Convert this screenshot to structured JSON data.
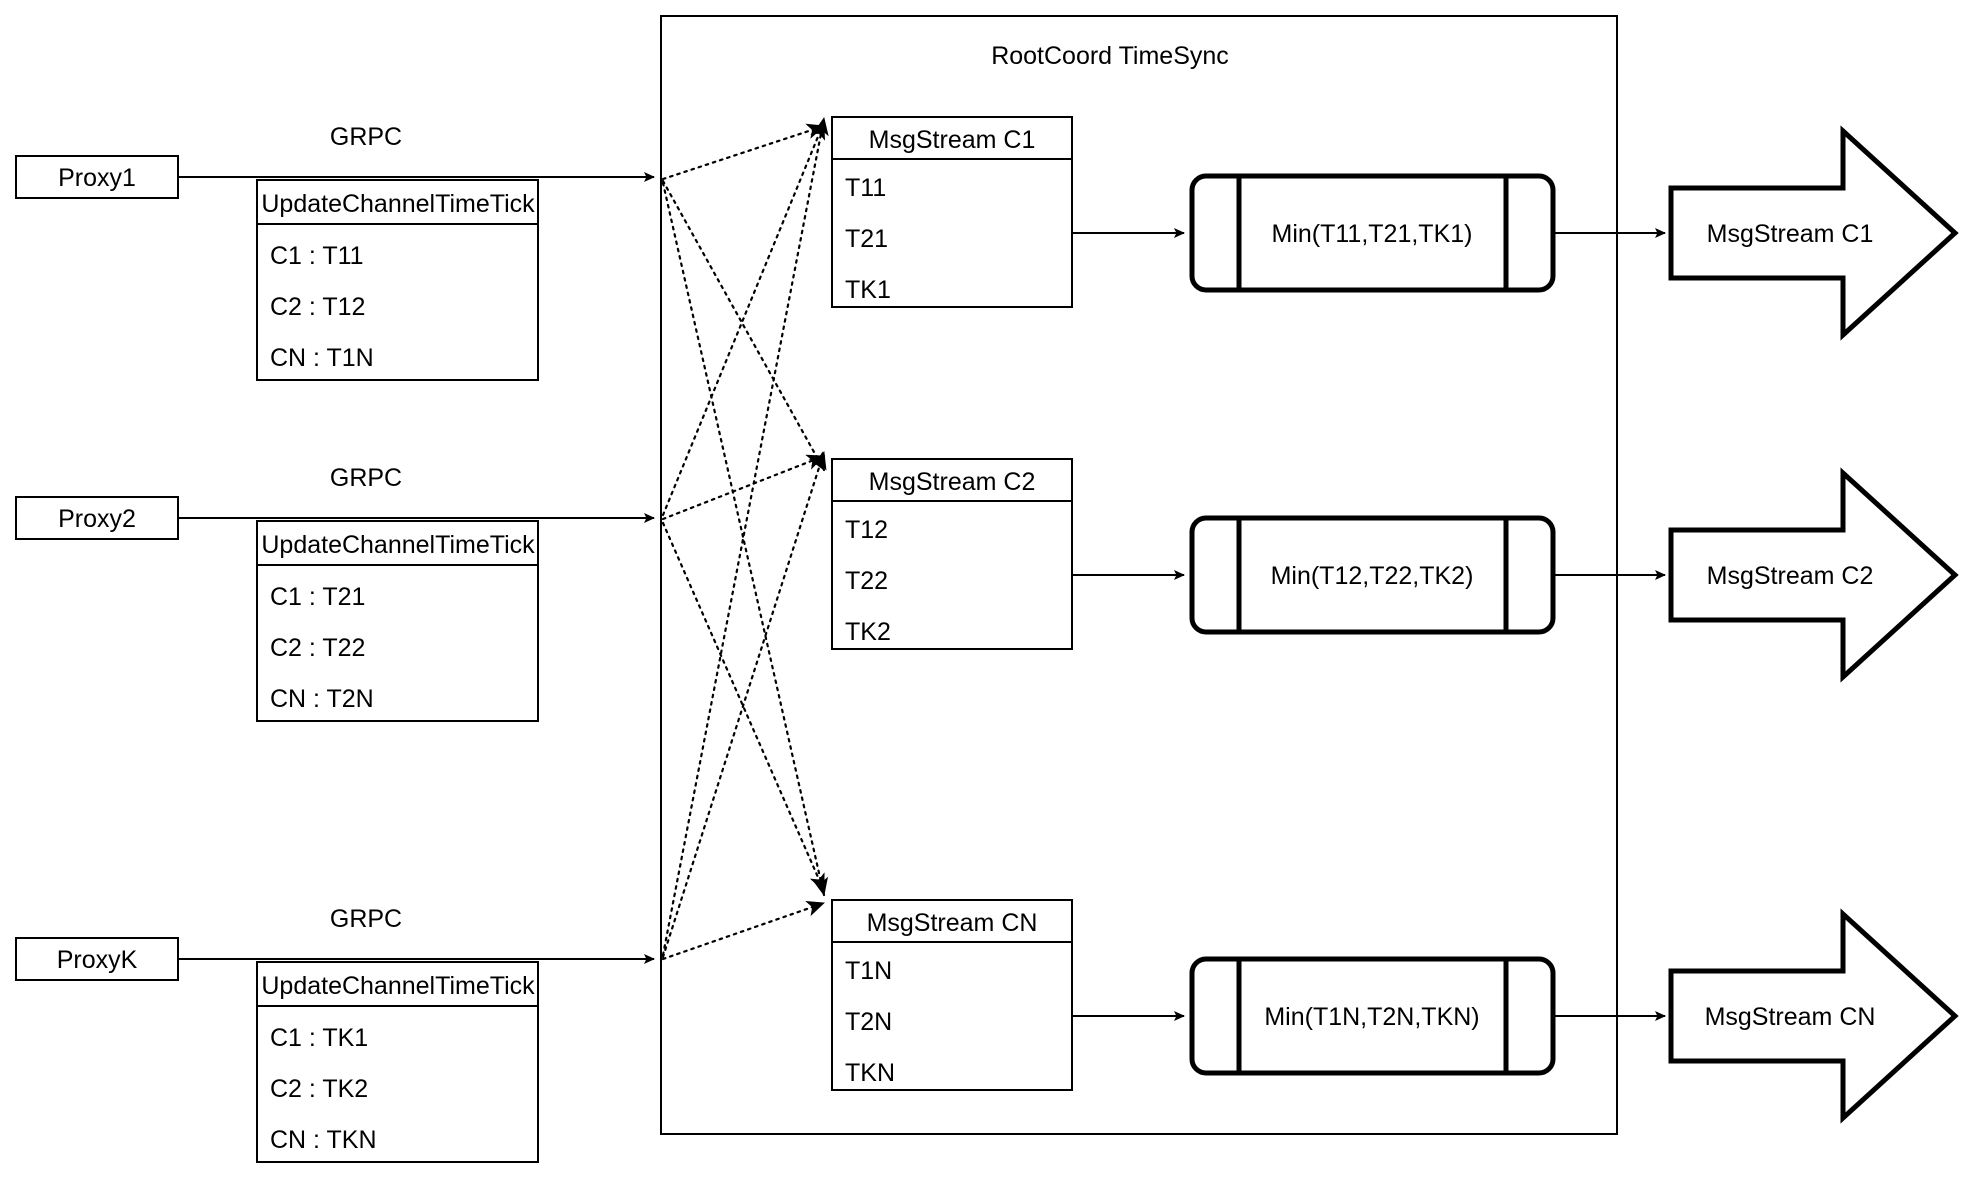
{
  "diagram": {
    "title": "RootCoord TimeSync",
    "container_label": "RootCoord TimeSync"
  },
  "proxies": [
    {
      "name": "Proxy1",
      "link_label": "GRPC",
      "request": {
        "header": "UpdateChannelTimeTick",
        "rows": [
          "C1 :  T11",
          "C2 :  T12",
          "CN : T1N"
        ]
      }
    },
    {
      "name": "Proxy2",
      "link_label": "GRPC",
      "request": {
        "header": "UpdateChannelTimeTick",
        "rows": [
          "C1 :  T21",
          "C2 :  T22",
          "CN : T2N"
        ]
      }
    },
    {
      "name": "ProxyK",
      "link_label": "GRPC",
      "request": {
        "header": "UpdateChannelTimeTick",
        "rows": [
          "C1 :  TK1",
          "C2 :  TK2",
          "CN : TKN"
        ]
      }
    }
  ],
  "channels": [
    {
      "stream": {
        "header": "MsgStream C1",
        "rows": [
          "T11",
          "T21",
          "TK1"
        ]
      },
      "process_label": "Min(T11,T21,TK1)",
      "output_label": "MsgStream C1"
    },
    {
      "stream": {
        "header": "MsgStream C2",
        "rows": [
          "T12",
          "T22",
          "TK2"
        ]
      },
      "process_label": "Min(T12,T22,TK2)",
      "output_label": "MsgStream C2"
    },
    {
      "stream": {
        "header": "MsgStream CN",
        "rows": [
          "T1N",
          "T2N",
          "TKN"
        ]
      },
      "process_label": "Min(T1N,T2N,TKN)",
      "output_label": "MsgStream CN"
    }
  ],
  "colors": {
    "stroke": "#000000",
    "background": "#ffffff"
  }
}
